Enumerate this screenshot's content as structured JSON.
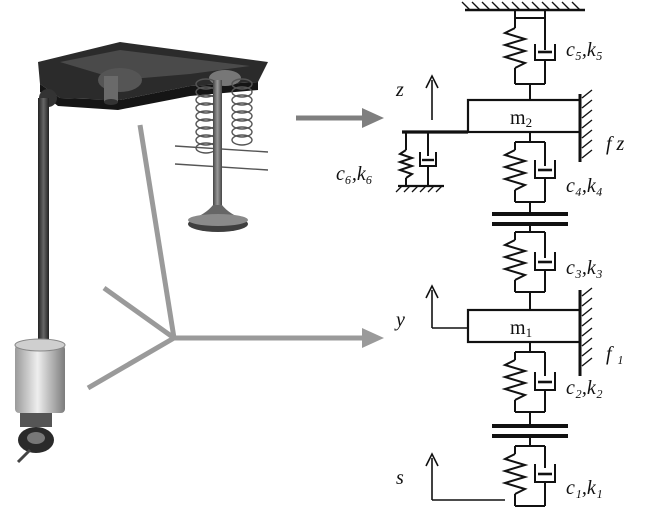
{
  "colors": {
    "line": "#111111",
    "arrow_gray": "#8a8a8a",
    "arm_dark": "#2a2a2a",
    "rod_dark": "#3a3a3a",
    "tappet_light": "#d9d9d9",
    "valve_gray": "#6f6f6f"
  },
  "illustration": {
    "name": "valve-train-3d-model",
    "parts": [
      "rocker-arm",
      "push-rod",
      "valve-spring",
      "valve",
      "tappet",
      "cam"
    ]
  },
  "diagram": {
    "masses": [
      {
        "id": "m2",
        "label": "m",
        "sub": "2"
      },
      {
        "id": "m1",
        "label": "m",
        "sub": "1"
      }
    ],
    "elements": [
      {
        "id": "ck5",
        "label": "c₅,k₅"
      },
      {
        "id": "ck6",
        "label": "c₆,k₆"
      },
      {
        "id": "ck4",
        "label": "c₄,k₄"
      },
      {
        "id": "ck3",
        "label": "c₃,k₃"
      },
      {
        "id": "ck2",
        "label": "c₂,k₂"
      },
      {
        "id": "ck1",
        "label": "c₁,k₁"
      }
    ],
    "displacements": [
      {
        "id": "z",
        "label": "z"
      },
      {
        "id": "y",
        "label": "y"
      },
      {
        "id": "s",
        "label": "s"
      }
    ],
    "forces": [
      {
        "id": "fz",
        "label": "f z"
      },
      {
        "id": "f1",
        "label": "f ₁"
      }
    ]
  }
}
